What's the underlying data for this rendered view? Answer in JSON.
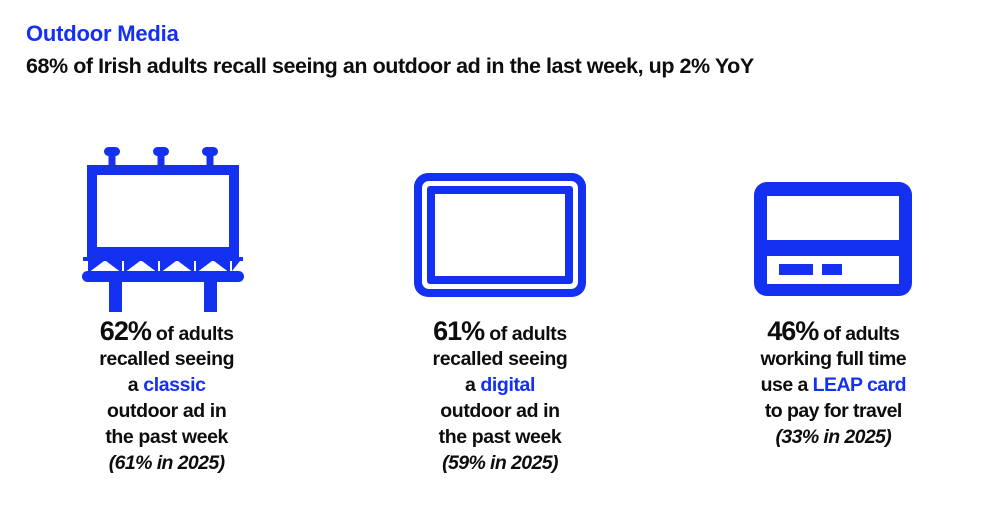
{
  "header": {
    "kicker": "Outdoor Media",
    "headline": "68% of Irish adults recall seeing an outdoor ad in the last week, up 2% YoY"
  },
  "theme": {
    "accent_blue": "#1430F0",
    "text_black": "#0d0d0d",
    "background": "#ffffff"
  },
  "columns": [
    {
      "icon": "billboard-classic-icon",
      "stat": "62%",
      "stat_suffix": " of adults",
      "line2": "recalled seeing",
      "line3_prefix": "a ",
      "line3_highlight": "classic",
      "line4": "outdoor ad in",
      "line5": "the past week",
      "note": "(61% in 2025)"
    },
    {
      "icon": "digital-screen-icon",
      "stat": "61%",
      "stat_suffix": " of adults",
      "line2": "recalled seeing",
      "line3_prefix": "a ",
      "line3_highlight": "digital",
      "line4": "outdoor ad in",
      "line5": "the past week",
      "note": "(59% in 2025)"
    },
    {
      "icon": "leap-card-icon",
      "stat": "46%",
      "stat_suffix": " of adults",
      "line2": "working full time",
      "line3_prefix": "use a ",
      "line3_highlight": "LEAP card",
      "line4": "to pay for travel",
      "line5": "",
      "note": "(33% in 2025)"
    }
  ]
}
